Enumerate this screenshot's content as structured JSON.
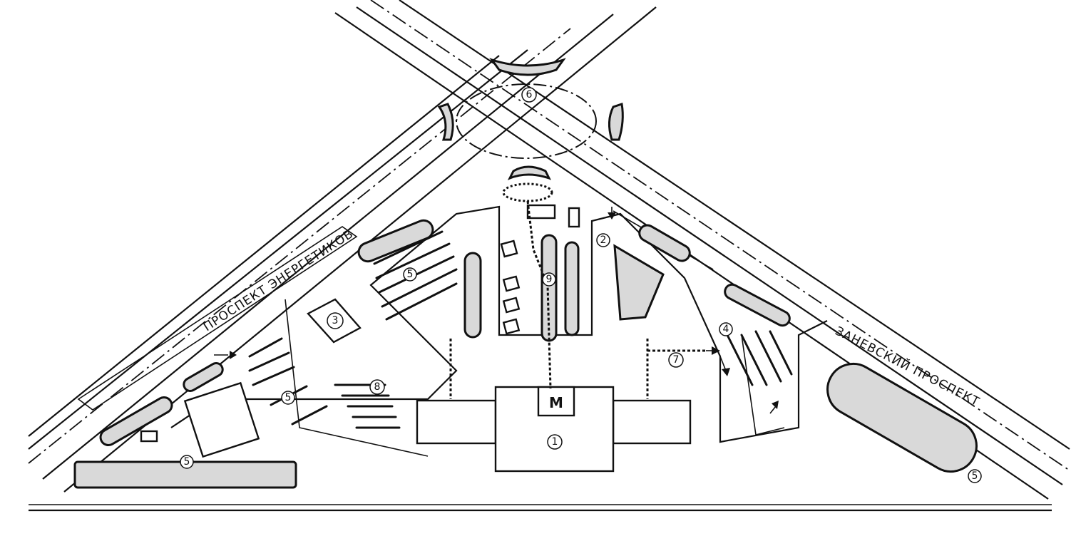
{
  "streets": {
    "energetikov": "ПРОСПЕКТ ЭНЕРГЕТИКОВ",
    "zanevsky": "ЗАНЕВСКИЙ ПРОСПЕКТ"
  },
  "metro_sign": "M",
  "markers": {
    "m1": "1",
    "m2": "2",
    "m3": "3",
    "m4": "4",
    "m5a": "5",
    "m5b": "5",
    "m5c": "5",
    "m5d": "5",
    "m6": "6",
    "m7": "7",
    "m8": "8",
    "m9": "9"
  }
}
